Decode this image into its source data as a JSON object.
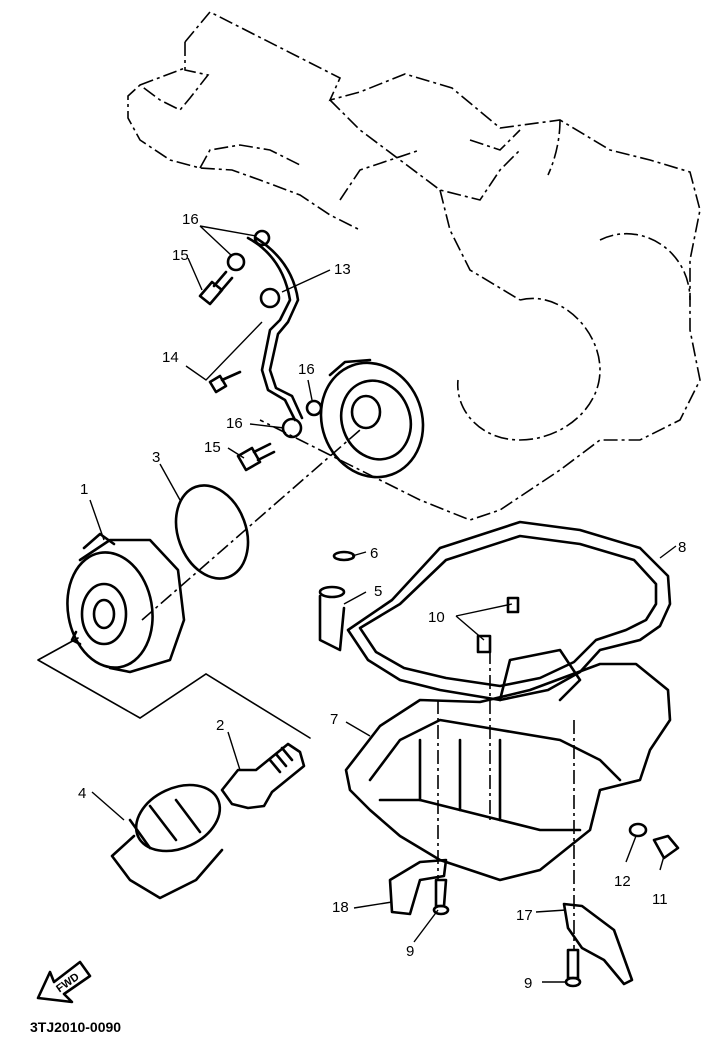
{
  "diagram_code": "3TJ2010-0090",
  "fwd_label": "FWD",
  "callouts": {
    "c1": "1",
    "c2": "2",
    "c3": "3",
    "c4": "4",
    "c5": "5",
    "c6": "6",
    "c7": "7",
    "c8": "8",
    "c9a": "9",
    "c9b": "9",
    "c10": "10",
    "c11": "11",
    "c12": "12",
    "c13": "13",
    "c14": "14",
    "c15a": "15",
    "c15b": "15",
    "c16a": "16",
    "c16b": "16",
    "c16c": "16",
    "c17": "17",
    "c18": "18"
  }
}
